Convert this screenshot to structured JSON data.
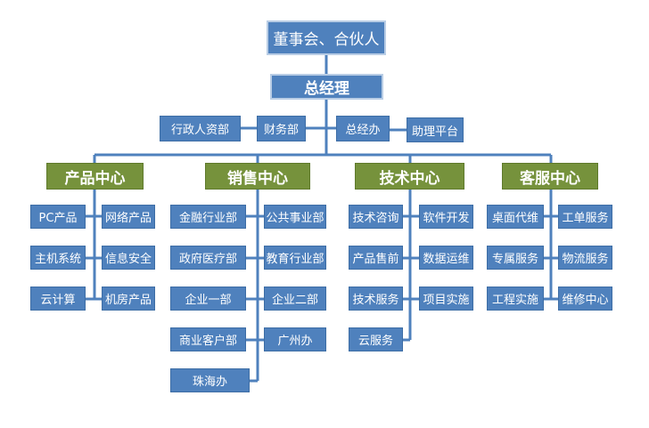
{
  "board": "董事会、合伙人",
  "general_manager": "总经理",
  "staff": {
    "admin_hr": "行政人资部",
    "finance": "财务部",
    "gm_office": "总经办",
    "assistant_platform": "助理平台"
  },
  "departments": {
    "product": {
      "name": "产品中心",
      "left": [
        "PC产品",
        "主机系统",
        "云计算"
      ],
      "right": [
        "网络产品",
        "信息安全",
        "机房产品"
      ]
    },
    "sales": {
      "name": "销售中心",
      "left": [
        "金融行业部",
        "政府医疗部",
        "企业一部",
        "商业客户部",
        "珠海办"
      ],
      "right": [
        "公共事业部",
        "教育行业部",
        "企业二部",
        "广州办"
      ]
    },
    "tech": {
      "name": "技术中心",
      "left": [
        "技术咨询",
        "产品售前",
        "技术服务",
        "云服务"
      ],
      "right": [
        "软件开发",
        "数据运维",
        "项目实施"
      ]
    },
    "service": {
      "name": "客服中心",
      "left": [
        "桌面代维",
        "专属服务",
        "工程实施"
      ],
      "right": [
        "工单服务",
        "物流服务",
        "维修中心"
      ]
    }
  },
  "colors": {
    "box_blue": "#4f81bd",
    "dept_green": "#76923c",
    "connector": "#4f81bd",
    "text": "#ffffff"
  }
}
